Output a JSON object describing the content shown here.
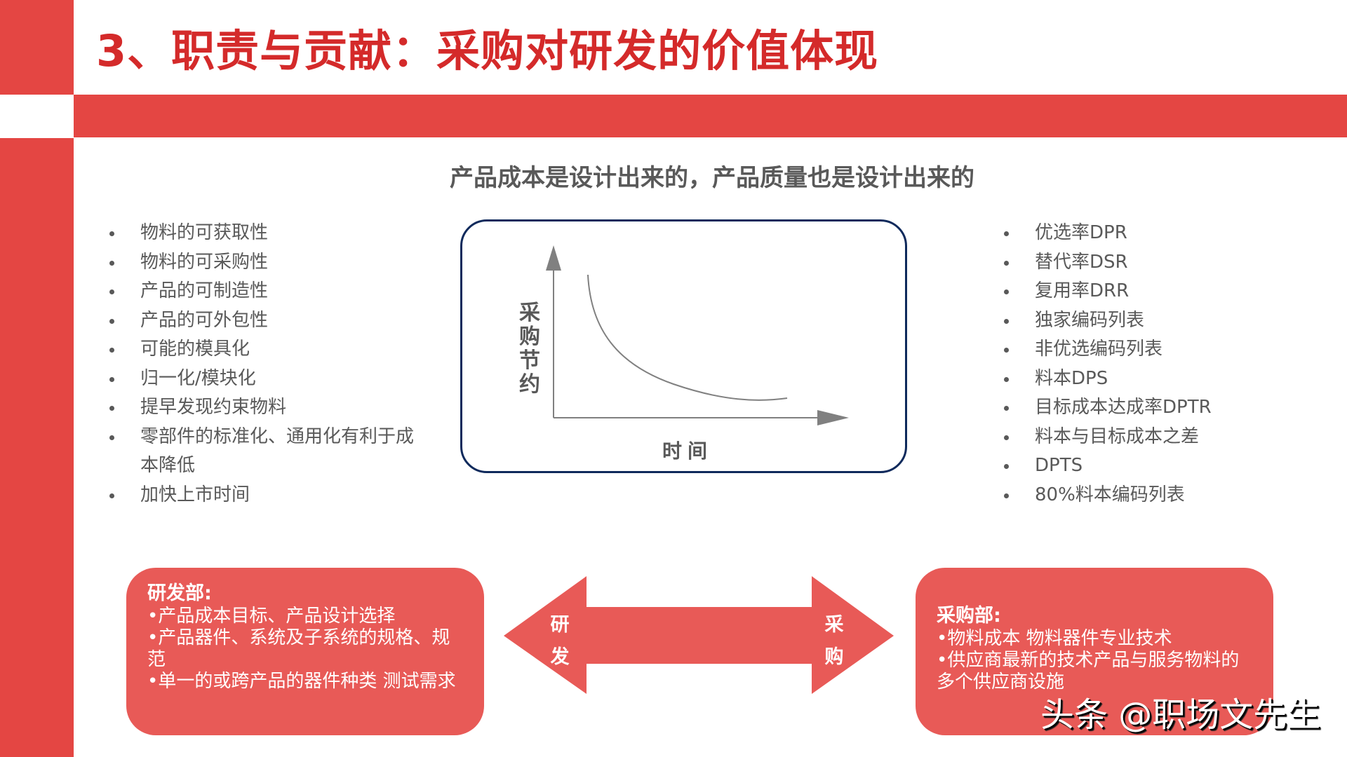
{
  "slide": {
    "title": "3、职责与贡献：采购对研发的价值体现",
    "subtitle": "产品成本是设计出来的，产品质量也是设计出来的",
    "colors": {
      "accent_red": "#e44643",
      "title_red": "#d42a2a",
      "box_red": "#e85a57",
      "text_gray": "#595959",
      "chart_border_navy": "#0f2a5c",
      "axis_gray": "#808080"
    }
  },
  "left_list": {
    "items": [
      "物料的可获取性",
      "物料的可采购性",
      "产品的可制造性",
      "产品的可外包性",
      "可能的模具化",
      "归一化/模块化",
      "提早发现约束物料",
      "零部件的标准化、通用化有利于成\n本降低",
      "加快上市时间"
    ]
  },
  "right_list": {
    "items": [
      "优选率DPR",
      "替代率DSR",
      "复用率DRR",
      "独家编码列表",
      "非优选编码列表",
      "料本DPS",
      "目标成本达成率DPTR",
      "料本与目标成本之差",
      "DPTS",
      "80%料本编码列表"
    ]
  },
  "chart_data": {
    "type": "line",
    "title": "",
    "xlabel": "时间",
    "ylabel": "采购节约",
    "grid": false,
    "legend": null,
    "annotations": [],
    "x": [
      0.05,
      0.1,
      0.2,
      0.3,
      0.4,
      0.5,
      0.6,
      0.7,
      0.8
    ],
    "values": [
      0.9,
      0.72,
      0.52,
      0.38,
      0.28,
      0.2,
      0.15,
      0.12,
      0.12
    ],
    "note": "Conceptual decaying curve with no numeric ticks; values are relative (0-1) estimates of shape"
  },
  "chart_box": {
    "ylabel": "采购节约",
    "xlabel": "时间"
  },
  "rd_box": {
    "title": "研发部:",
    "lines": [
      "•产品成本目标、产品设计选择",
      "•产品器件、系统及子系统的规格、规范",
      "•单一的或跨产品的器件种类 测试需求"
    ]
  },
  "purchasing_box": {
    "title": "采购部:",
    "lines": [
      "•物料成本  物料器件专业技术",
      "•供应商最新的技术产品与服务物料的多个供应商设施"
    ]
  },
  "double_arrow": {
    "left_label": "研\n发",
    "right_label": "采\n购"
  },
  "watermark": {
    "text": "头条 @职场文先生"
  }
}
